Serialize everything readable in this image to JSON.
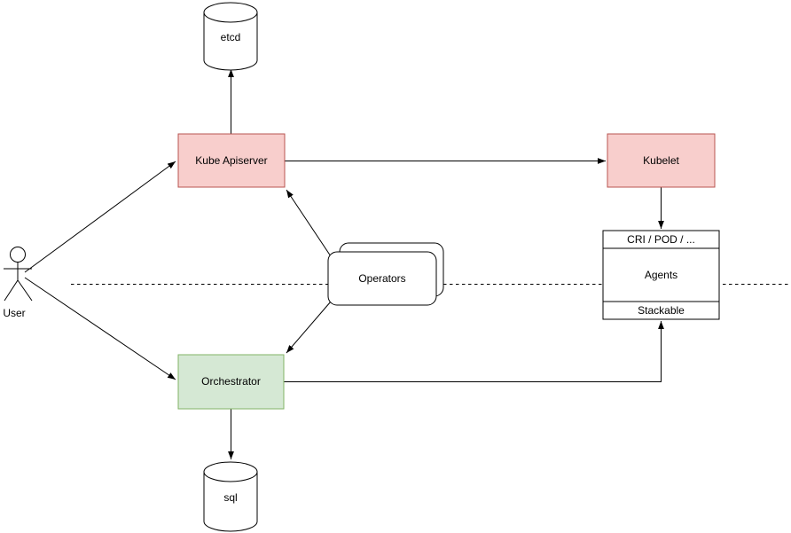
{
  "colors": {
    "canvas_bg": "#ffffff",
    "red_fill": "#f8cecc",
    "red_stroke": "#b85450",
    "green_fill": "#d5e8d4",
    "green_stroke": "#82b366",
    "white_fill": "#ffffff",
    "black_stroke": "#000000"
  },
  "diagram": {
    "type": "architecture-flow-diagram",
    "nodes": {
      "user": {
        "label": "User",
        "shape": "uml-actor"
      },
      "etcd": {
        "label": "etcd",
        "shape": "cylinder",
        "color": "white"
      },
      "kube_apiserver": {
        "label": "Kube Apiserver",
        "shape": "rectangle",
        "color": "red"
      },
      "kubelet": {
        "label": "Kubelet",
        "shape": "rectangle",
        "color": "red"
      },
      "operators": {
        "label": "Operators",
        "shape": "stacked-rounded-rectangle",
        "color": "white"
      },
      "agents_stack": {
        "header": "CRI / POD / ...",
        "body": "Agents",
        "footer": "Stackable",
        "shape": "three-section-rectangle",
        "color": "white"
      },
      "orchestrator": {
        "label": "Orchestrator",
        "shape": "rectangle",
        "color": "green"
      },
      "sql": {
        "label": "sql",
        "shape": "cylinder",
        "color": "white"
      }
    },
    "edges": [
      {
        "from": "user",
        "to": "kube_apiserver",
        "arrow": "end"
      },
      {
        "from": "user",
        "to": "orchestrator",
        "arrow": "end"
      },
      {
        "from": "kube_apiserver",
        "to": "etcd",
        "arrow": "end"
      },
      {
        "from": "kube_apiserver",
        "to": "kubelet",
        "arrow": "end"
      },
      {
        "from": "kubelet",
        "to": "agents_stack",
        "arrow": "end"
      },
      {
        "from": "operators",
        "to": "kube_apiserver",
        "arrow": "end"
      },
      {
        "from": "operators",
        "to": "orchestrator",
        "arrow": "end"
      },
      {
        "from": "orchestrator",
        "to": "agents_stack",
        "arrow": "end",
        "routing": "orthogonal"
      },
      {
        "from": "orchestrator",
        "to": "sql",
        "arrow": "end"
      }
    ],
    "separator": {
      "style": "dashed",
      "orientation": "horizontal"
    }
  }
}
